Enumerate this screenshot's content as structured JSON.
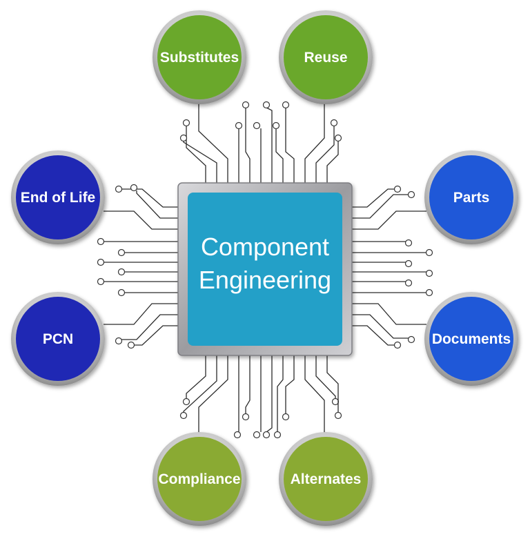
{
  "chip": {
    "line1": "Component",
    "line2": "Engineering"
  },
  "nodes": {
    "substitutes": {
      "label": "Substitutes",
      "fill": "#6aa82b"
    },
    "reuse": {
      "label": "Reuse",
      "fill": "#6aa82b"
    },
    "end_of_life": {
      "label": "End of Life",
      "fill": "#1f28b4"
    },
    "parts": {
      "label": "Parts",
      "fill": "#1f58d8"
    },
    "pcn": {
      "label": "PCN",
      "fill": "#1f28b4"
    },
    "documents": {
      "label": "Documents",
      "fill": "#1f58d8"
    },
    "compliance": {
      "label": "Compliance",
      "fill": "#8aaa33"
    },
    "alternates": {
      "label": "Alternates",
      "fill": "#8aaa33"
    }
  },
  "colors": {
    "chip_core": "#23a0c8",
    "chip_frame": "#a8a8ac",
    "ring": "#c8c8c8"
  }
}
